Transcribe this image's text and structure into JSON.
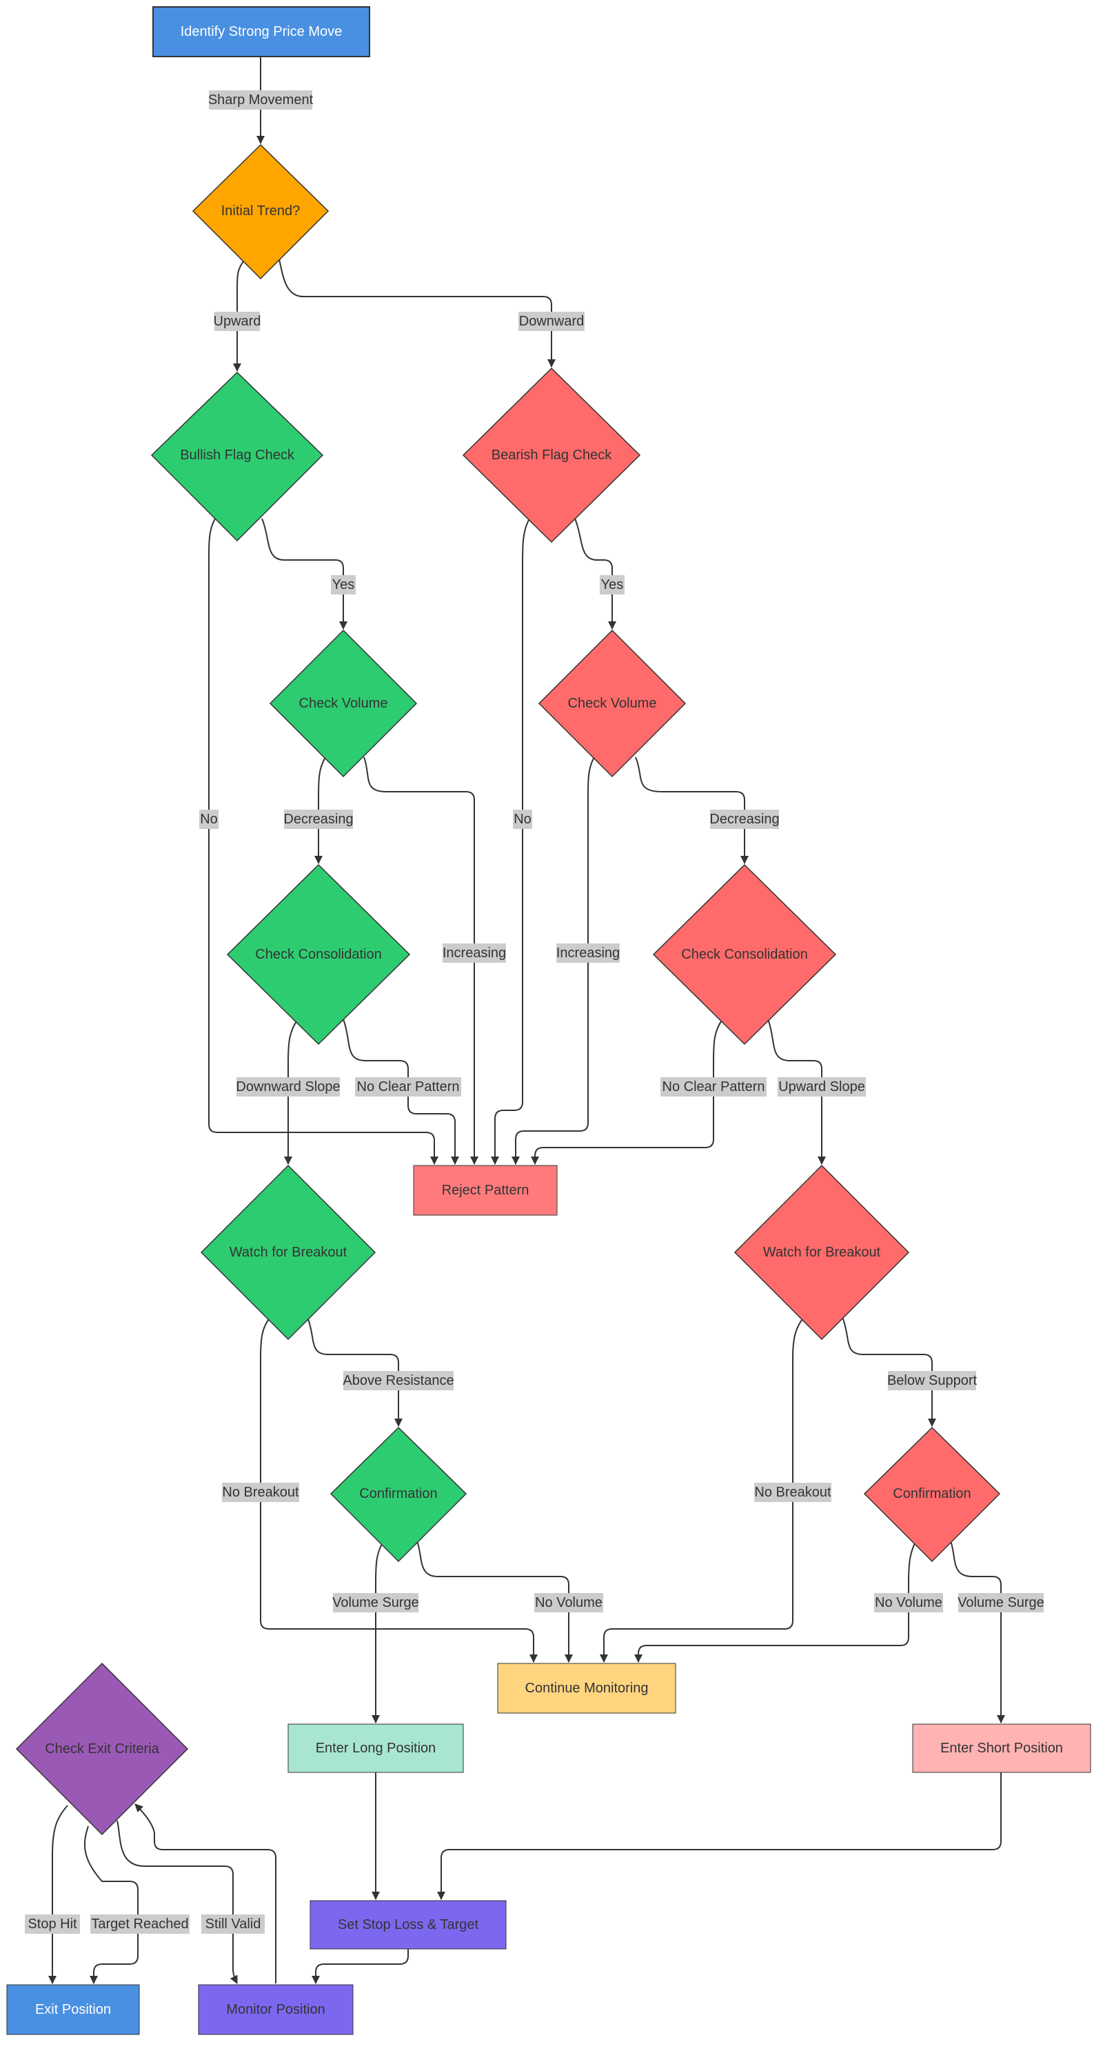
{
  "colors": {
    "blue": "#4a90e2",
    "orange": "#ffa500",
    "green": "#2ecc71",
    "red": "#ff6b6b",
    "pale_red": "#ffb3b3",
    "mint": "#a8e6cf",
    "yellow": "#ffd580",
    "purple": "#7b68ee",
    "violet": "#9b59b6",
    "stroke": "#333333",
    "label_bg": "#cccccc"
  },
  "nodes": {
    "start": "Identify Strong Price Move",
    "initial_trend": "Initial Trend?",
    "bullish_flag_check": "Bullish Flag Check",
    "bearish_flag_check": "Bearish Flag Check",
    "bull_check_volume": "Check Volume",
    "bear_check_volume": "Check Volume",
    "bull_check_consolidation": "Check Consolidation",
    "bear_check_consolidation": "Check Consolidation",
    "reject_pattern": "Reject Pattern",
    "bull_watch_breakout": "Watch for Breakout",
    "bear_watch_breakout": "Watch for Breakout",
    "bull_confirmation": "Confirmation",
    "bear_confirmation": "Confirmation",
    "continue_monitoring": "Continue Monitoring",
    "enter_long": "Enter Long Position",
    "enter_short": "Enter Short Position",
    "set_stop_loss": "Set Stop Loss & Target",
    "monitor_position": "Monitor Position",
    "check_exit": "Check Exit Criteria",
    "exit_position": "Exit Position"
  },
  "edges": {
    "sharp_movement": "Sharp Movement",
    "upward": "Upward",
    "downward": "Downward",
    "bull_yes": "Yes",
    "bull_no": "No",
    "bear_yes": "Yes",
    "bear_no": "No",
    "bull_decreasing": "Decreasing",
    "bull_increasing": "Increasing",
    "bear_decreasing": "Decreasing",
    "bear_increasing": "Increasing",
    "bull_downward_slope": "Downward Slope",
    "bull_no_clear": "No Clear Pattern",
    "bear_no_clear": "No Clear Pattern",
    "bear_upward_slope": "Upward Slope",
    "above_resistance": "Above Resistance",
    "bull_no_breakout": "No Breakout",
    "below_support": "Below Support",
    "bear_no_breakout": "No Breakout",
    "bull_volume_surge": "Volume Surge",
    "bull_no_volume": "No Volume",
    "bear_no_volume": "No Volume",
    "bear_volume_surge": "Volume Surge",
    "stop_hit": "Stop Hit",
    "target_reached": "Target Reached",
    "still_valid": "Still Valid"
  }
}
